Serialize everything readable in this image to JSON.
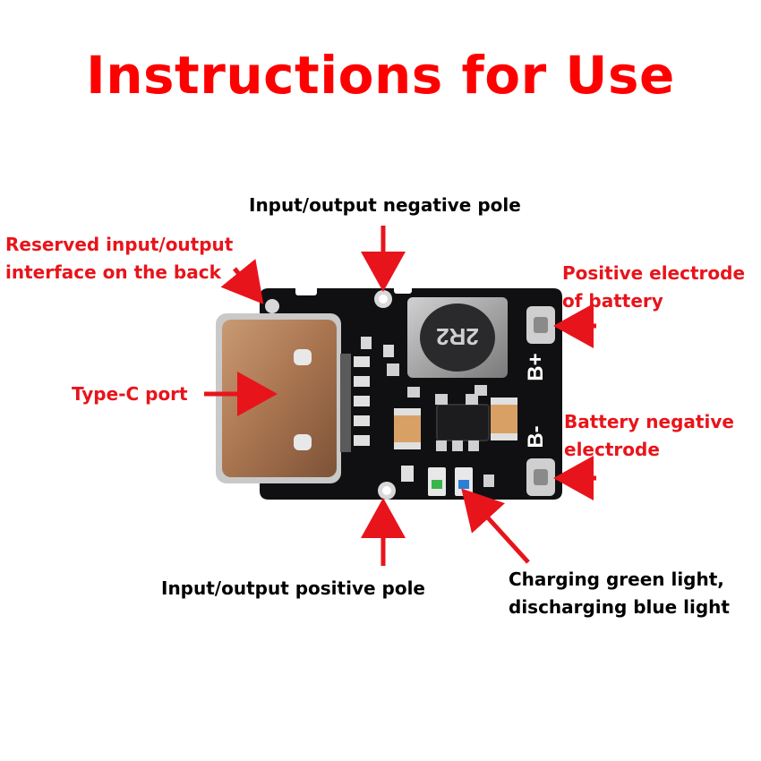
{
  "title": "Instructions for Use",
  "labels": {
    "io_negative": "Input/output negative pole",
    "reserved_line1": "Reserved input/output",
    "reserved_line2": "interface on the back",
    "pos_battery_line1": "Positive electrode",
    "pos_battery_line2": "of battery",
    "type_c": "Type-C port",
    "neg_battery_line1": "Battery negative",
    "neg_battery_line2": "electrode",
    "io_positive": "Input/output positive pole",
    "lights_line1": "Charging green light,",
    "lights_line2": "discharging blue light"
  },
  "board": {
    "inductor_marking": "2R2",
    "pad_b_plus": "B+",
    "pad_b_minus": "B-"
  },
  "colors": {
    "title": "#ff0000",
    "callout": "#e8141b",
    "board": "#101012",
    "connector": "#a8744f"
  }
}
